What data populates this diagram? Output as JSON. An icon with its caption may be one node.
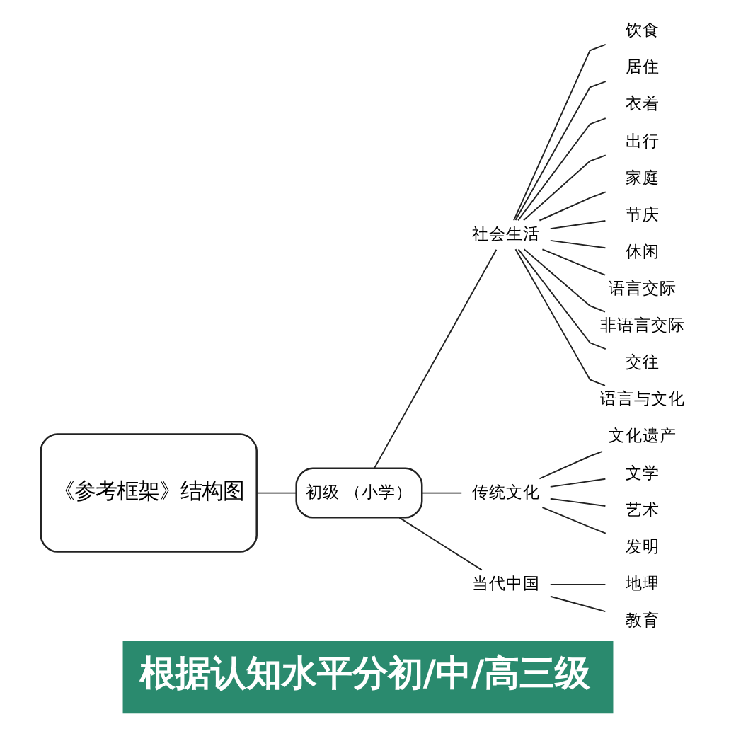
{
  "diagram": {
    "caption": "根据认知水平分初/中/高三级",
    "nodes": [
      {
        "text": [
          "《参考框架》结构图"
        ]
      },
      {
        "text": [
          "初级 （小学）"
        ]
      },
      {
        "text": [
          "社会生活"
        ]
      },
      {
        "text": [
          "饮食"
        ]
      },
      {
        "text": [
          "居住"
        ]
      },
      {
        "text": [
          "衣着"
        ]
      },
      {
        "text": [
          "出行"
        ]
      },
      {
        "text": [
          "家庭"
        ]
      },
      {
        "text": [
          "节庆"
        ]
      },
      {
        "text": [
          "休闲"
        ]
      },
      {
        "text": [
          "语言交际"
        ]
      },
      {
        "text": [
          "非语言交际"
        ]
      },
      {
        "text": [
          "交往"
        ]
      },
      {
        "text": [
          "语言与文化"
        ]
      },
      {
        "text": [
          "传统文化"
        ]
      },
      {
        "text": [
          "文化遗产"
        ]
      },
      {
        "text": [
          "文学"
        ]
      },
      {
        "text": [
          "艺术"
        ]
      },
      {
        "text": [
          "发明"
        ]
      },
      {
        "text": [
          "当代中国"
        ]
      },
      {
        "text": [
          "地理"
        ]
      },
      {
        "text": [
          "教育"
        ]
      }
    ],
    "edges": [
      {
        "from": 0,
        "to": 1,
        "arrow": "none"
      },
      {
        "from": 1,
        "to": 2,
        "arrow": "none"
      },
      {
        "from": 1,
        "to": 14,
        "arrow": "none"
      },
      {
        "from": 1,
        "to": 19,
        "arrow": "none"
      },
      {
        "from": 2,
        "to": 3,
        "arrow": "none"
      },
      {
        "from": 2,
        "to": 4,
        "arrow": "none"
      },
      {
        "from": 2,
        "to": 5,
        "arrow": "none"
      },
      {
        "from": 2,
        "to": 6,
        "arrow": "none"
      },
      {
        "from": 2,
        "to": 7,
        "arrow": "none"
      },
      {
        "from": 2,
        "to": 8,
        "arrow": "none"
      },
      {
        "from": 2,
        "to": 9,
        "arrow": "none"
      },
      {
        "from": 2,
        "to": 10,
        "arrow": "none"
      },
      {
        "from": 2,
        "to": 11,
        "arrow": "none"
      },
      {
        "from": 2,
        "to": 12,
        "arrow": "none"
      },
      {
        "from": 2,
        "to": 13,
        "arrow": "none"
      },
      {
        "from": 14,
        "to": 15,
        "arrow": "none"
      },
      {
        "from": 14,
        "to": 16,
        "arrow": "none"
      },
      {
        "from": 14,
        "to": 17,
        "arrow": "none"
      },
      {
        "from": 14,
        "to": 18,
        "arrow": "none"
      },
      {
        "from": 19,
        "to": 20,
        "arrow": "none"
      },
      {
        "from": 19,
        "to": 21,
        "arrow": "none"
      }
    ]
  }
}
